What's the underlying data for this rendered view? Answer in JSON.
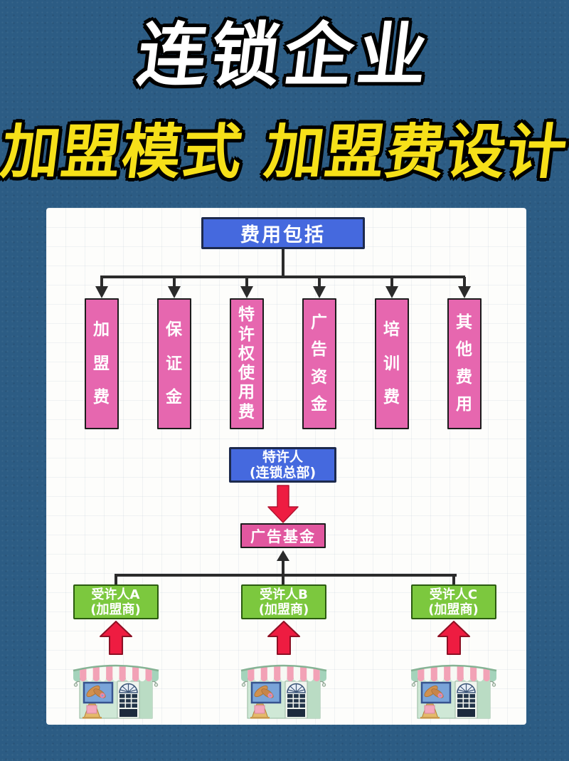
{
  "page": {
    "title": "连锁企业",
    "subtitle": "加盟模式 加盟费设计"
  },
  "colors": {
    "background": "#2c5c84",
    "title_text": "#ffffff",
    "subtitle_text": "#f6e019",
    "panel": "#fdfdfb",
    "root_box": "#4569de",
    "fee_box": "#e667af",
    "ad_fund_box": "#e1579f",
    "franchisee_box": "#7cc83e",
    "red_arrow": "#ee1c41",
    "connector": "#2b2b2b"
  },
  "diagram": {
    "root_label": "费用包括",
    "fee_items": [
      "加盟费",
      "保证金",
      "特许权使用费",
      "广告资金",
      "培训费",
      "其他费用"
    ],
    "franchisor": {
      "line1": "特许人",
      "line2": "(连锁总部)"
    },
    "ad_fund_label": "广告基金",
    "franchisees": [
      {
        "line1": "受许人A",
        "line2": "(加盟商)"
      },
      {
        "line1": "受许人B",
        "line2": "(加盟商)"
      },
      {
        "line1": "受许人C",
        "line2": "(加盟商)"
      }
    ]
  }
}
